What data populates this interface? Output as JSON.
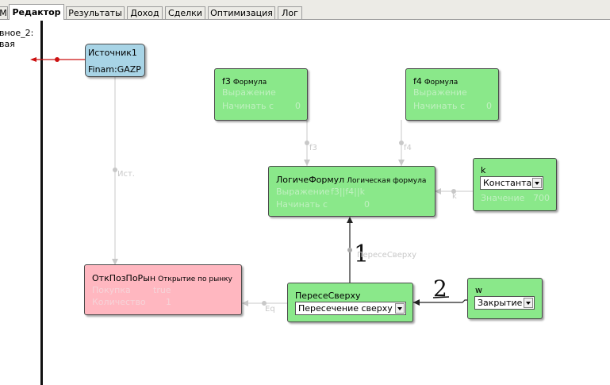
{
  "tabs": [
    {
      "label": "М",
      "active": false
    },
    {
      "label": "Редактор",
      "active": true
    },
    {
      "label": "Результаты",
      "active": false
    },
    {
      "label": "Доход",
      "active": false
    },
    {
      "label": "Сделки",
      "active": false
    },
    {
      "label": "Оптимизация",
      "active": false
    },
    {
      "label": "Лог",
      "active": false
    }
  ],
  "left_panel": {
    "line1": "вное_2:",
    "line2": "вая"
  },
  "blocks": {
    "source": {
      "title": "Источник1",
      "security": "Finam:GAZP"
    },
    "f3": {
      "title": "f3",
      "type": "Формула",
      "expr_label": "Выражение",
      "start_label": "Начинать с",
      "start_value": "0"
    },
    "f4": {
      "title": "f4",
      "type": "Формула",
      "expr_label": "Выражение",
      "start_label": "Начинать с",
      "start_value": "0"
    },
    "logic": {
      "title": "ЛогичеФормул",
      "type": "Логическая формула",
      "expr_label": "Выражение",
      "expr_value": "f3||f4||k",
      "start_label": "Начинать с",
      "start_value": "0"
    },
    "k": {
      "title": "k",
      "combo": "Константа",
      "value_label": "Значение",
      "value": "700"
    },
    "open": {
      "title": "ОткПозПоРын",
      "type": "Открытие по рынку",
      "buy_label": "Покупка",
      "buy_value": "true",
      "qty_label": "Количество",
      "qty_value": "1"
    },
    "cross": {
      "title": "ПересеСверху",
      "combo": "Пересечение сверху"
    },
    "w": {
      "title": "w",
      "combo": "Закрытие"
    }
  },
  "port_labels": {
    "src_out": "Ист.",
    "f3_in": "f3",
    "f4_in": "f4",
    "k_in": "k",
    "cross_in": "ПересеСверху",
    "eq": "Eq"
  },
  "annotations": {
    "one": "1",
    "two": "2"
  },
  "colors": {
    "block_green": "#8ae88a",
    "block_pink": "#ffb7c0",
    "block_blue": "#a8d4e6",
    "link_red": "#cc1111"
  }
}
